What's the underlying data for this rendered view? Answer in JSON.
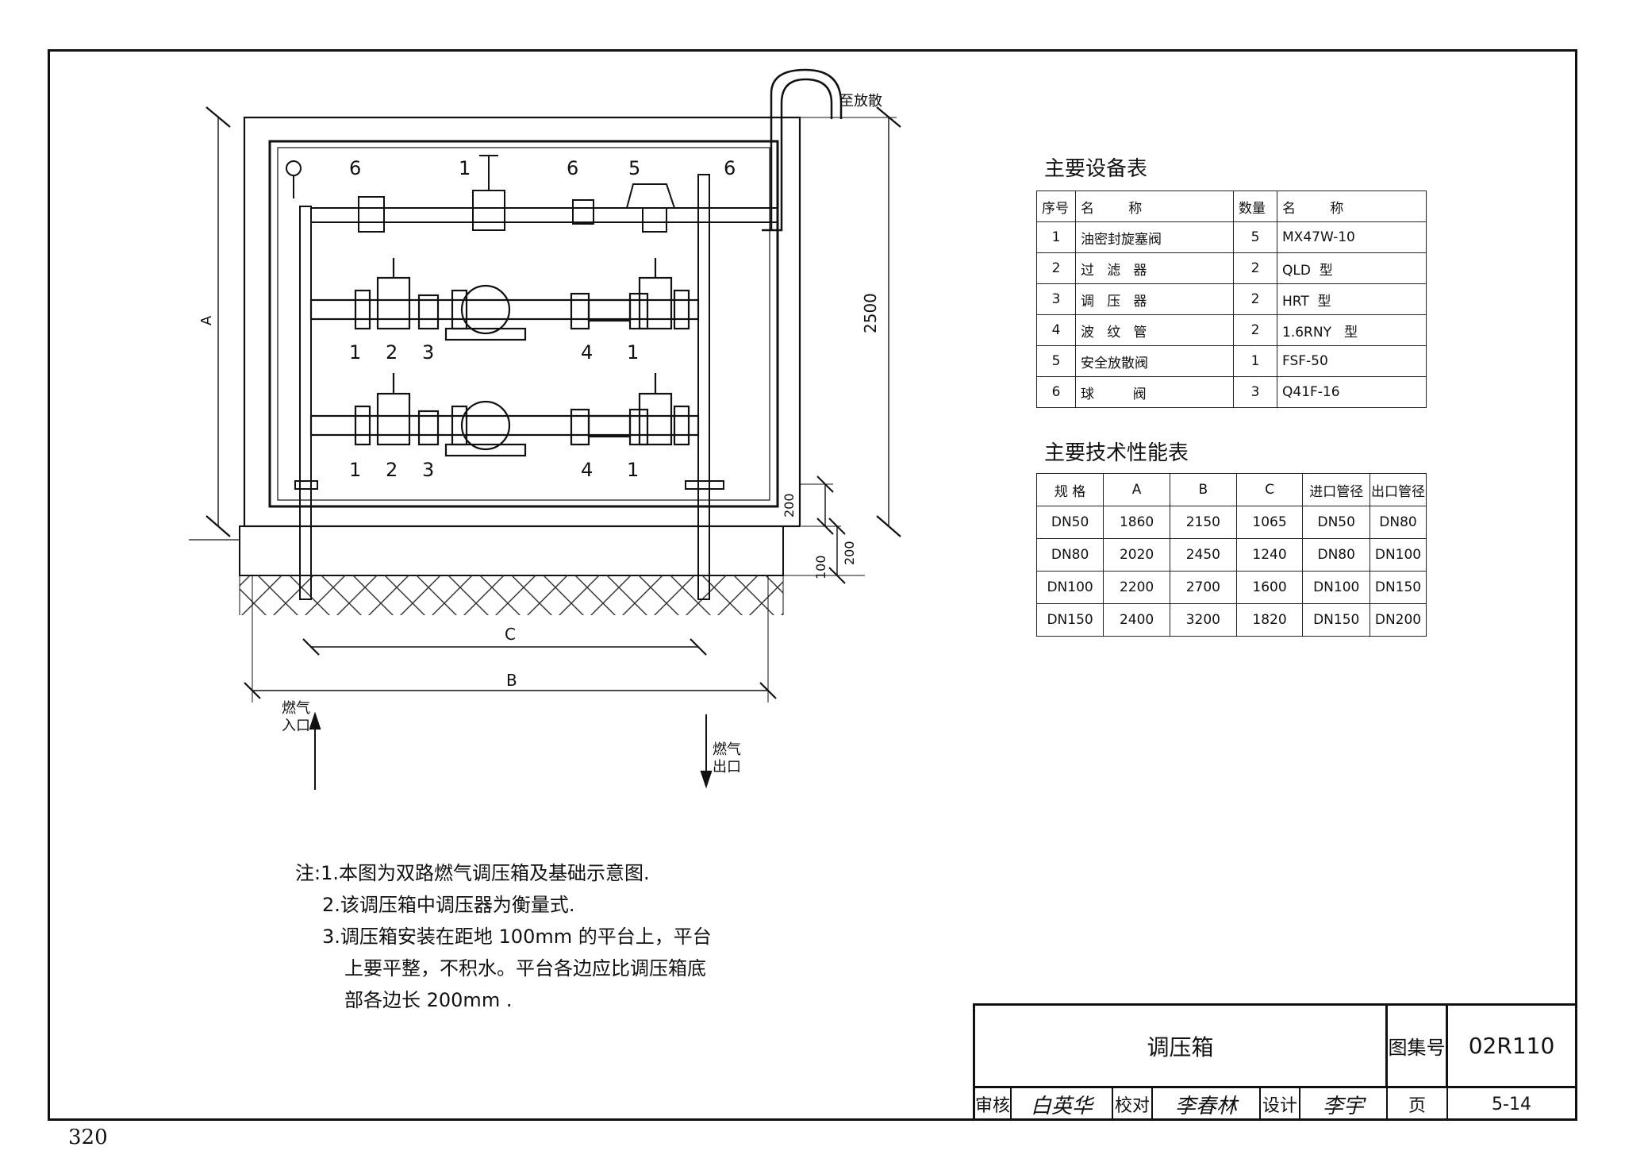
{
  "page_number": "320",
  "diagram": {
    "vent_label": "至放散",
    "dim_height": "2500",
    "dim_A": "A",
    "dim_B": "B",
    "dim_C": "C",
    "dim_200_a": "200",
    "dim_200_b": "200",
    "dim_100": "100",
    "inlet_label": [
      "燃气",
      "入口"
    ],
    "outlet_label": [
      "燃气",
      "出口"
    ],
    "top_callouts": [
      "6",
      "1",
      "6",
      "5",
      "6"
    ],
    "row_callouts": [
      "1",
      "2",
      "3",
      "4",
      "1"
    ]
  },
  "equipment_table": {
    "title": "主要设备表",
    "headers": [
      "序号",
      "名        称",
      "数量",
      "名        称"
    ],
    "rows": [
      [
        "1",
        "油密封旋塞阀",
        "5",
        "MX47W-10"
      ],
      [
        "2",
        "过   滤   器",
        "2",
        "QLD  型"
      ],
      [
        "3",
        "调   压   器",
        "2",
        "HRT  型"
      ],
      [
        "4",
        "波   纹   管",
        "2",
        "1.6RNY   型"
      ],
      [
        "5",
        "安全放散阀",
        "1",
        "FSF-50"
      ],
      [
        "6",
        "球         阀",
        "3",
        "Q41F-16"
      ]
    ]
  },
  "performance_table": {
    "title": "主要技术性能表",
    "headers": [
      "规    格",
      "A",
      "B",
      "C",
      "进口管径",
      "出口管径"
    ],
    "rows": [
      [
        "DN50",
        "1860",
        "2150",
        "1065",
        "DN50",
        "DN80"
      ],
      [
        "DN80",
        "2020",
        "2450",
        "1240",
        "DN80",
        "DN100"
      ],
      [
        "DN100",
        "2200",
        "2700",
        "1600",
        "DN100",
        "DN150"
      ],
      [
        "DN150",
        "2400",
        "3200",
        "1820",
        "DN150",
        "DN200"
      ]
    ]
  },
  "notes": [
    "注:1.本图为双路燃气调压箱及基础示意图.",
    "2.该调压箱中调压器为衡量式.",
    "3.调压箱安装在距地 100mm  的平台上，平台",
    "上要平整，不积水。平台各边应比调压箱底",
    "部各边长 200mm  ."
  ],
  "title_block": {
    "drawing_name": "调压箱",
    "atlas_label": "图集号",
    "atlas_number": "02R110",
    "review_label": "审核",
    "review_sig": "白英华",
    "check_label": "校对",
    "check_sig": "李春林",
    "design_label": "设计",
    "design_sig": "李宇",
    "page_label": "页",
    "page_value": "5-14"
  }
}
